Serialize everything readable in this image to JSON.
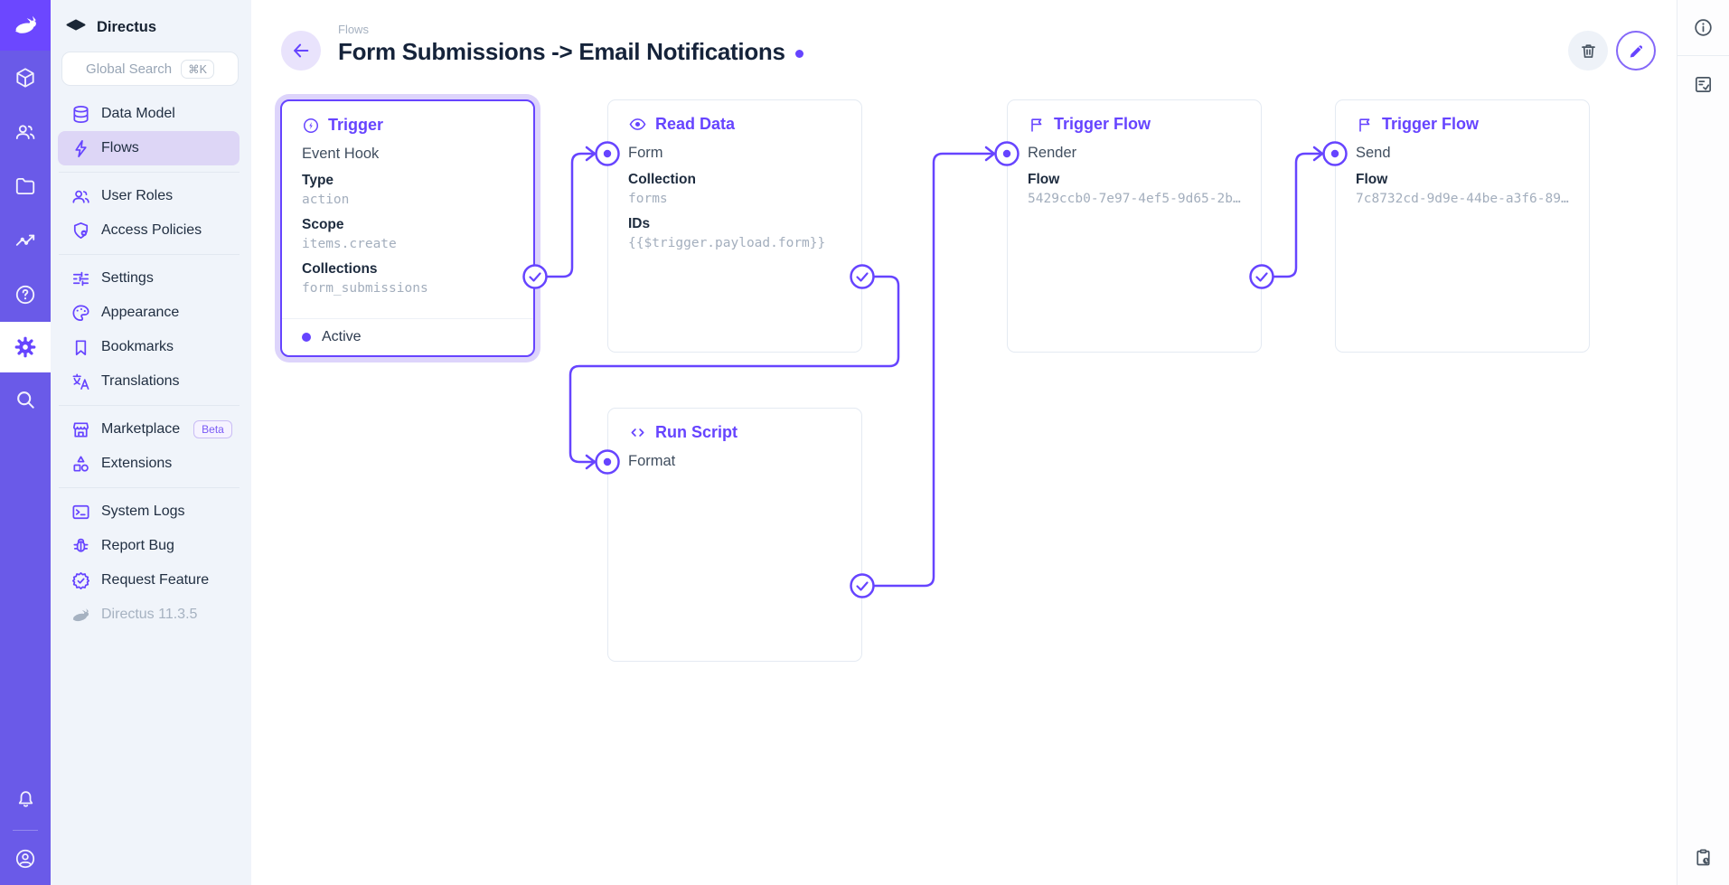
{
  "accent_color": "#6644FF",
  "module_bar": {
    "logo_icon": "directus-rabbit-icon",
    "modules": [
      "content",
      "users",
      "files",
      "insights",
      "docs",
      "settings",
      "search"
    ],
    "bottom": [
      "notifications",
      "account"
    ]
  },
  "sidebar": {
    "project_name": "Directus",
    "search": {
      "placeholder": "Global Search",
      "shortcut": "⌘K"
    },
    "items": {
      "data_model": "Data Model",
      "flows": "Flows",
      "user_roles": "User Roles",
      "access_policies": "Access Policies",
      "settings": "Settings",
      "appearance": "Appearance",
      "bookmarks": "Bookmarks",
      "translations": "Translations",
      "marketplace": "Marketplace",
      "marketplace_badge": "Beta",
      "extensions": "Extensions",
      "system_logs": "System Logs",
      "report_bug": "Report Bug",
      "request_feature": "Request Feature",
      "version": "Directus 11.3.5"
    }
  },
  "header": {
    "breadcrumb": "Flows",
    "title": "Form Submissions -> Email Notifications"
  },
  "flow": {
    "cards": [
      {
        "type_label": "Trigger",
        "icon": "bolt-circle-icon",
        "name": "Event Hook",
        "fields": [
          {
            "label": "Type",
            "value": "action"
          },
          {
            "label": "Scope",
            "value": "items.create"
          },
          {
            "label": "Collections",
            "value": "form_submissions"
          }
        ],
        "status": "Active"
      },
      {
        "type_label": "Read Data",
        "icon": "eye-icon",
        "name": "Form",
        "fields": [
          {
            "label": "Collection",
            "value": "forms"
          },
          {
            "label": "IDs",
            "value": "{{$trigger.payload.form}}"
          }
        ]
      },
      {
        "type_label": "Trigger Flow",
        "icon": "flag-icon",
        "name": "Render",
        "fields": [
          {
            "label": "Flow",
            "value": "5429ccb0-7e97-4ef5-9d65-2b…"
          }
        ]
      },
      {
        "type_label": "Trigger Flow",
        "icon": "flag-icon",
        "name": "Send",
        "fields": [
          {
            "label": "Flow",
            "value": "7c8732cd-9d9e-44be-a3f6-89…"
          }
        ]
      },
      {
        "type_label": "Run Script",
        "icon": "code-icon",
        "name": "Format",
        "fields": []
      }
    ]
  }
}
